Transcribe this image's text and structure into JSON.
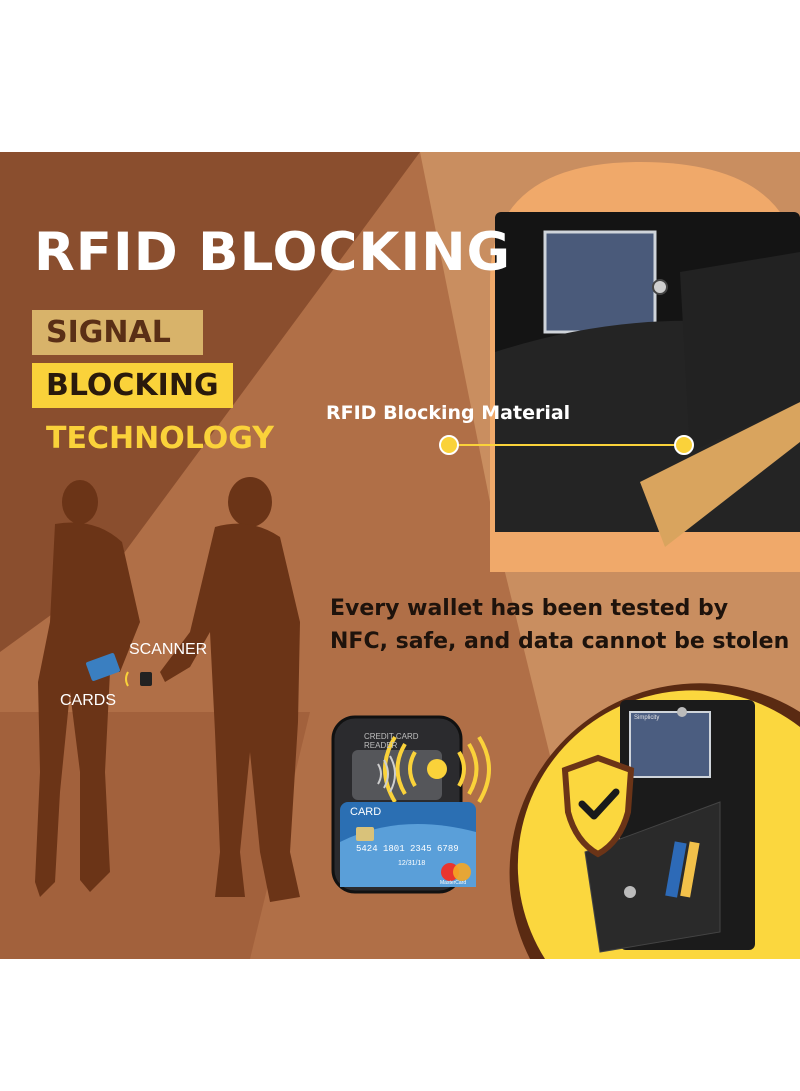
{
  "headline": "RFID BLOCKING",
  "tags": {
    "line1": "SIGNAL",
    "line2": "BLOCKING",
    "line3": "TECHNOLOGY"
  },
  "material_label": "RFID Blocking Material",
  "tested_text": "Every wallet has been tested by NFC, safe, and data cannot be stolen",
  "scene_labels": {
    "scanner": "SCANNER",
    "cards": "CARDS"
  },
  "reader_card": {
    "reader_text": "CREDIT CARD READER",
    "card_label": "CARD",
    "card_number": "5424 1801 2345 6789",
    "expiry": "12/31/18",
    "brand": "MasterCard"
  },
  "wallet_id_text": "Simplicity",
  "colors": {
    "background_brown": "#b06f47",
    "accent_yellow": "#fad23a",
    "tag_gold": "#d8b36a",
    "silhouette": "#6b3417",
    "circle_yellow": "#fbd73e",
    "circle_ring": "#5a2a12"
  },
  "icons": [
    "shield-check-icon",
    "signal-waves-icon",
    "contactless-icon"
  ]
}
